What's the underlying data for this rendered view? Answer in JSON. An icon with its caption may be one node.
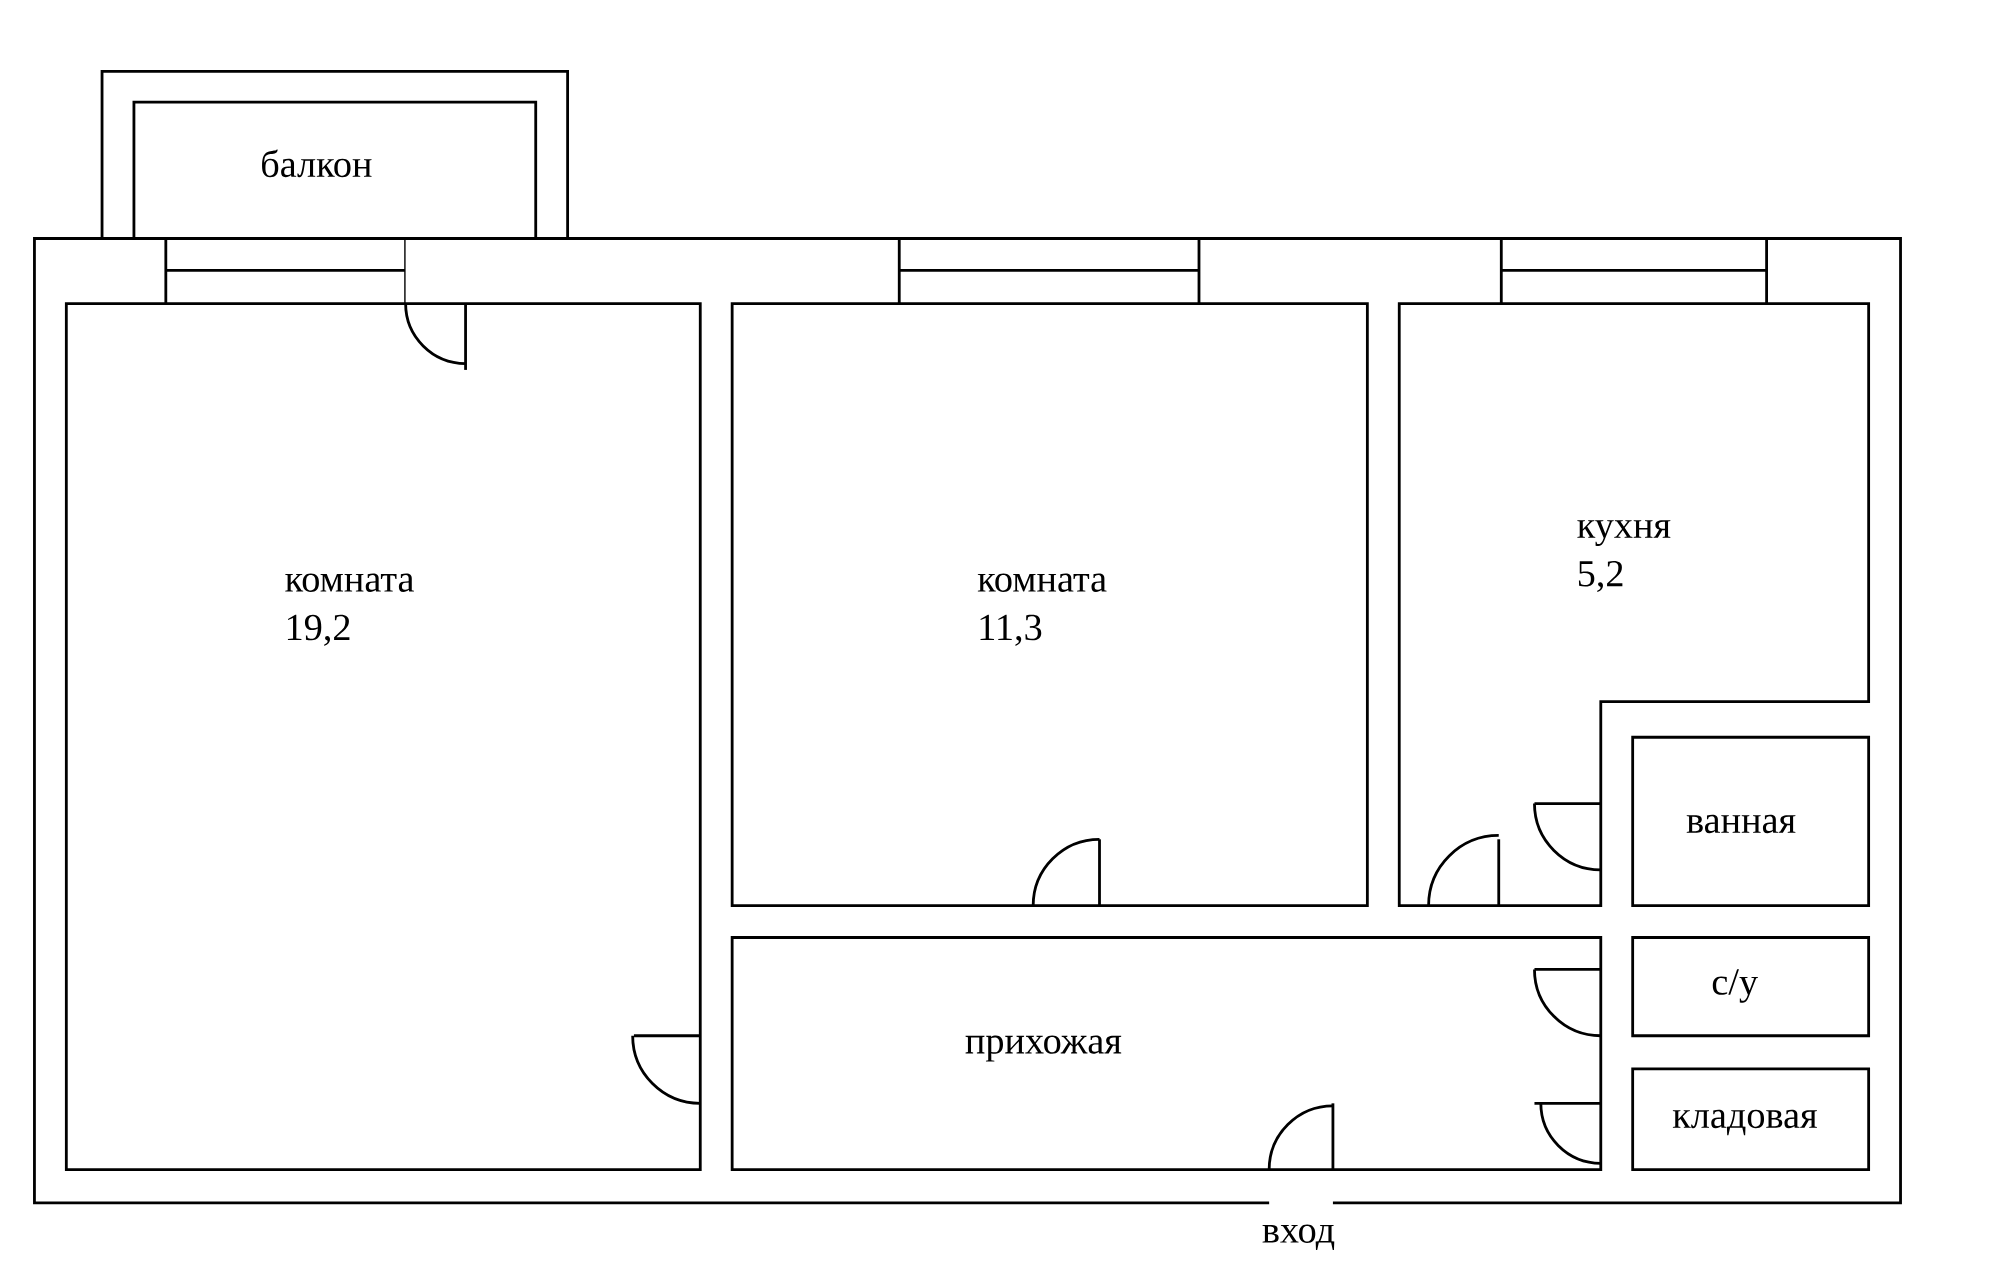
{
  "diagram": {
    "nodes": [
      {
        "text": [
          "балкон"
        ]
      },
      {
        "text": [
          "комната",
          "19,2"
        ]
      },
      {
        "text": [
          "комната",
          "11,3"
        ]
      },
      {
        "text": [
          "кухня",
          "5,2"
        ]
      },
      {
        "text": [
          "ванная"
        ]
      },
      {
        "text": [
          "с/у"
        ]
      },
      {
        "text": [
          "прихожая"
        ]
      },
      {
        "text": [
          "кладовая"
        ]
      }
    ],
    "edges": [],
    "labels": [
      "вход"
    ]
  }
}
